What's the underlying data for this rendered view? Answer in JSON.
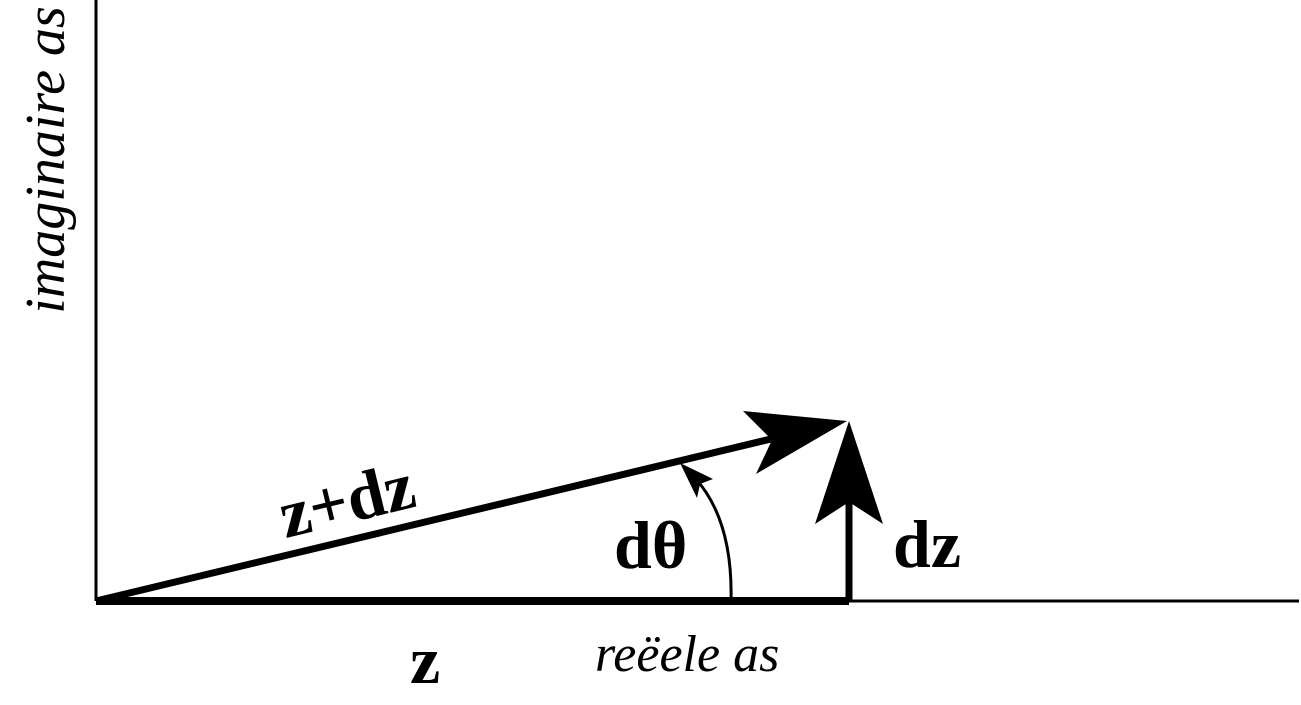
{
  "labels": {
    "imag_axis": "imaginaire as",
    "real_axis": "reëele as",
    "z": "z",
    "z_plus_dz": "z+dz",
    "dtheta": "dθ",
    "dz": "dz"
  },
  "colors": {
    "ink": "#000000",
    "background": "#ffffff"
  }
}
